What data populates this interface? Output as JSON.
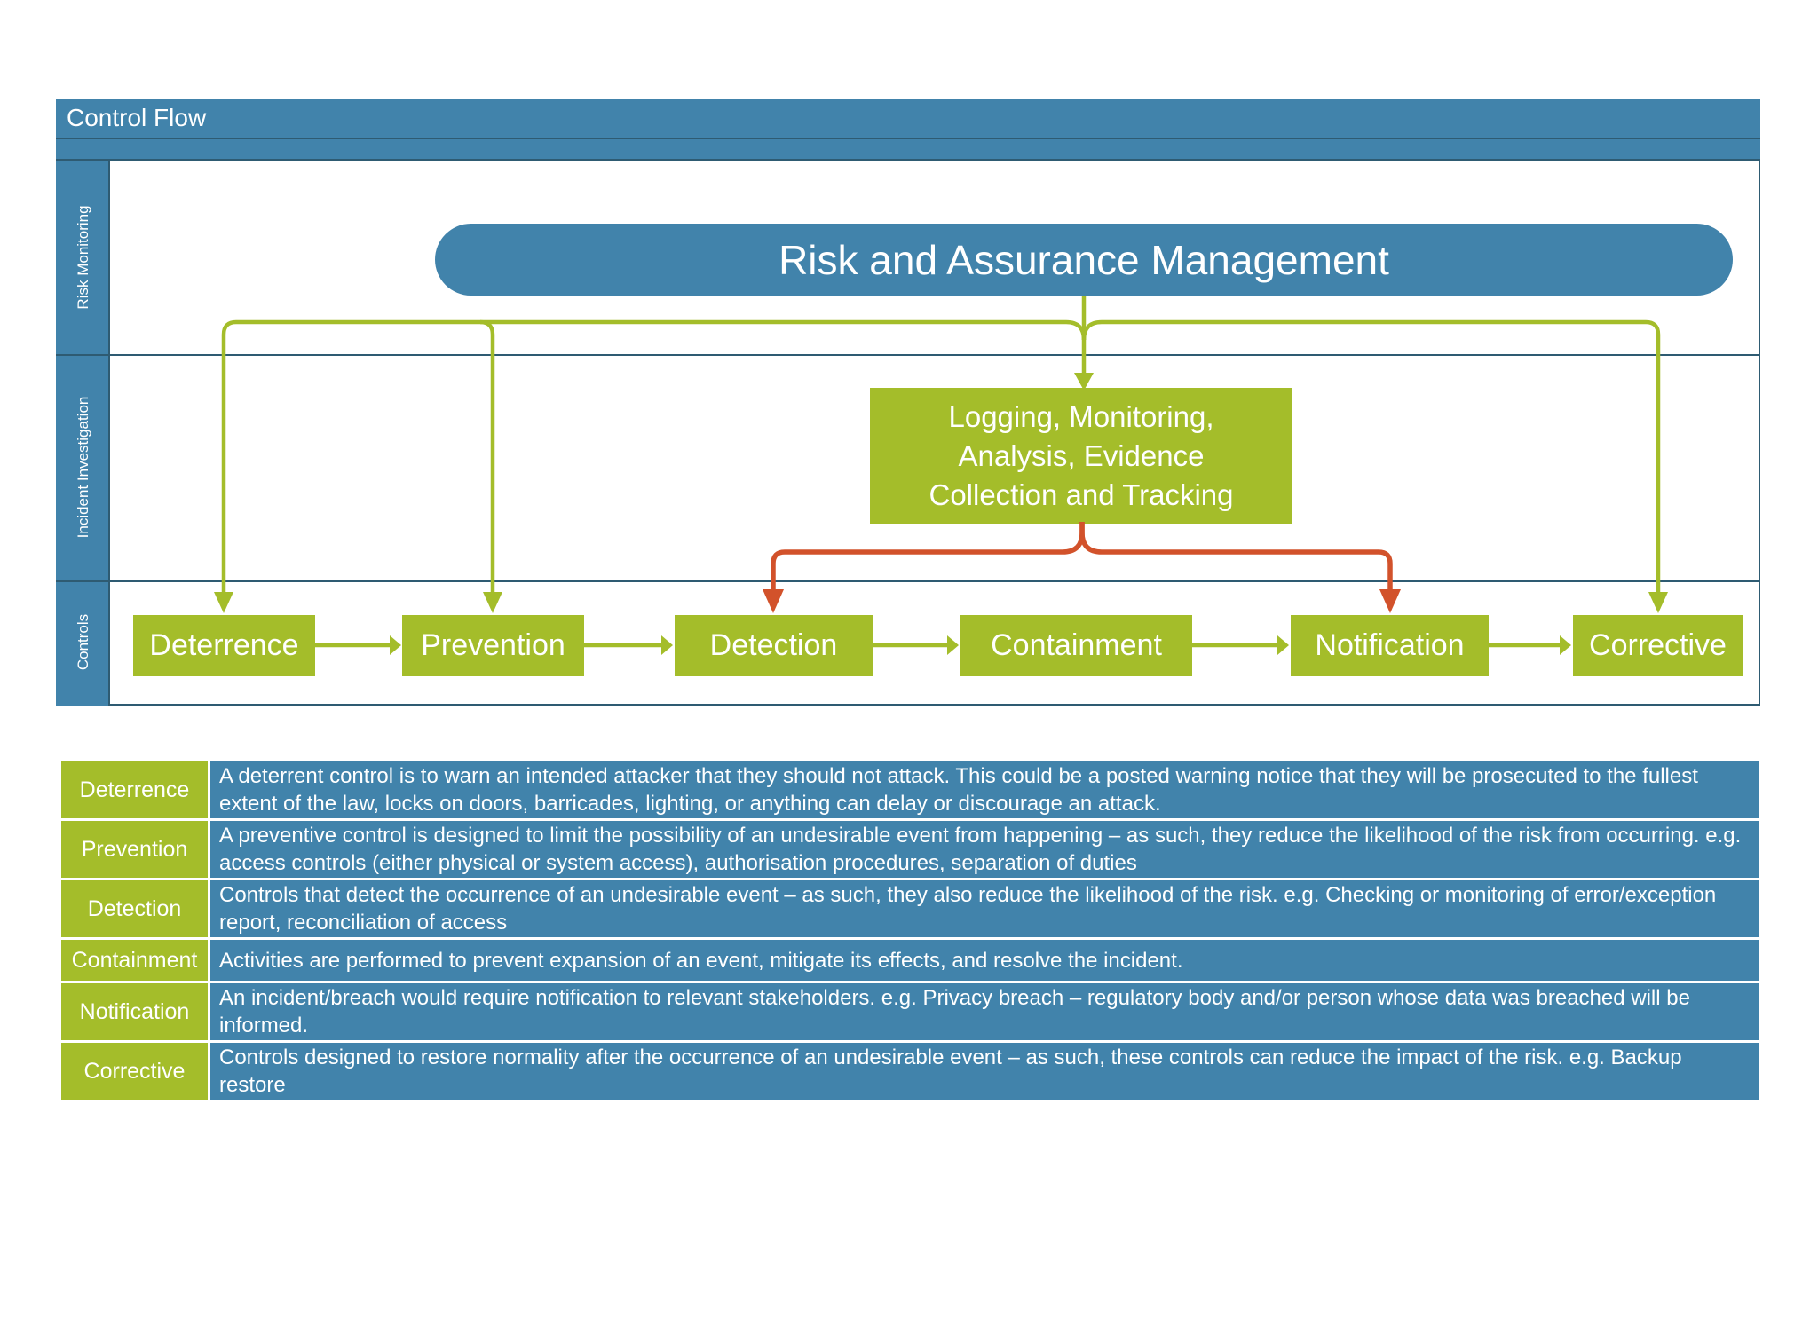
{
  "colors": {
    "blue": "#4183ab",
    "green": "#a4bd2a",
    "red": "#d2522b",
    "line": "#2e5b72",
    "white": "#ffffff"
  },
  "diagram": {
    "title": "Control Flow",
    "lanes": [
      "Risk Monitoring",
      "Incident Investigation",
      "Controls"
    ],
    "risk_node": "Risk and Assurance Management",
    "logging_node": "Logging, Monitoring,\nAnalysis, Evidence\nCollection and Tracking",
    "controls": [
      "Deterrence",
      "Prevention",
      "Detection",
      "Containment",
      "Notification",
      "Corrective"
    ]
  },
  "table": {
    "rows": [
      {
        "label": "Deterrence",
        "description": "A deterrent control is to warn an intended attacker that they should not attack. This could be a posted warning notice that they will be prosecuted to the fullest extent of the law, locks on doors, barricades, lighting, or anything can delay or discourage an attack."
      },
      {
        "label": "Prevention",
        "description": "A preventive control is designed to limit the possibility of an undesirable event from happening – as such, they reduce the likelihood of the risk from occurring. e.g. access controls (either physical or system access), authorisation procedures, separation of duties"
      },
      {
        "label": "Detection",
        "description": "Controls that detect the occurrence of an undesirable event – as such, they also reduce the likelihood of the risk. e.g. Checking or monitoring of error/exception report, reconciliation of access"
      },
      {
        "label": "Containment",
        "description": "Activities are performed to prevent expansion of an event, mitigate its effects, and resolve the incident."
      },
      {
        "label": "Notification",
        "description": "An incident/breach would require notification to relevant stakeholders. e.g. Privacy breach – regulatory body and/or person whose data was breached will be informed."
      },
      {
        "label": "Corrective",
        "description": "Controls designed to restore normality after the occurrence of an undesirable event – as such, these controls can reduce the impact of the risk. e.g. Backup restore"
      }
    ]
  }
}
